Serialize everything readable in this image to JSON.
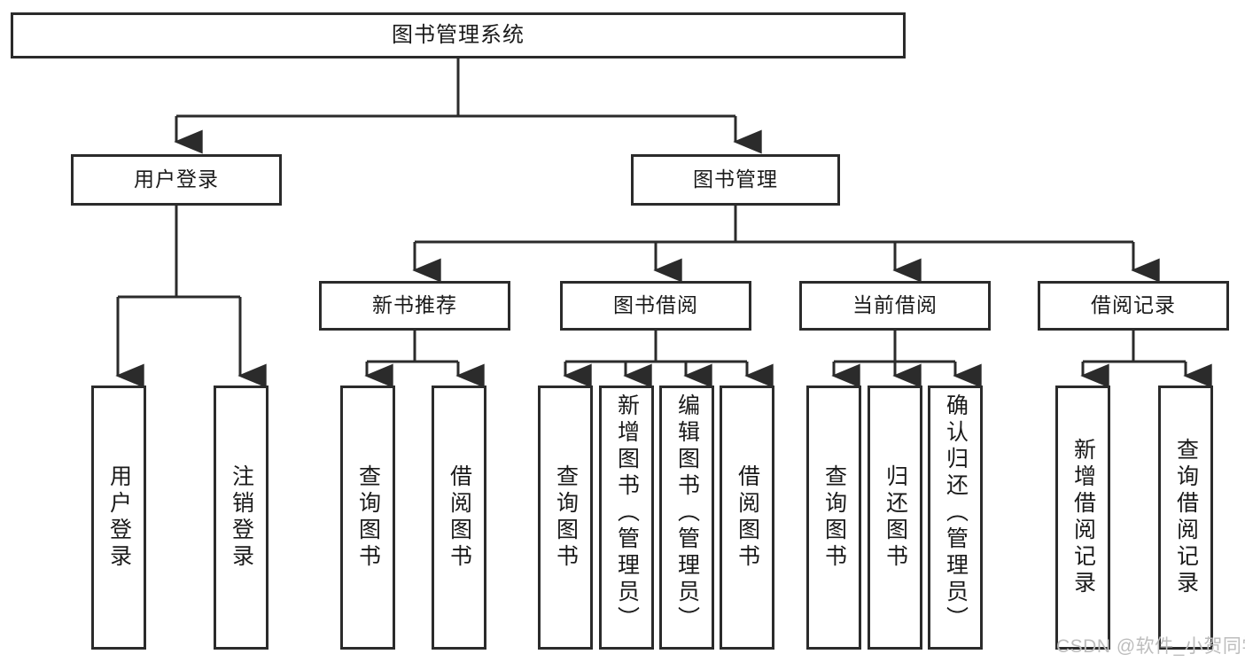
{
  "diagram": {
    "title": "图书管理系统",
    "type": "tree-hierarchy",
    "root": {
      "label": "图书管理系统"
    },
    "level2": [
      {
        "label": "用户登录"
      },
      {
        "label": "图书管理"
      }
    ],
    "level3": [
      {
        "label": "新书推荐"
      },
      {
        "label": "图书借阅"
      },
      {
        "label": "当前借阅"
      },
      {
        "label": "借阅记录"
      }
    ],
    "leaves": {
      "user_login": [
        {
          "label": "用户登录"
        },
        {
          "label": "注销登录"
        }
      ],
      "new_book_recommend": [
        {
          "label": "查询图书"
        },
        {
          "label": "借阅图书"
        }
      ],
      "book_borrow": [
        {
          "label": "查询图书"
        },
        {
          "label": "新增图书（管理员）"
        },
        {
          "label": "编辑图书（管理员）"
        },
        {
          "label": "借阅图书"
        }
      ],
      "current_borrow": [
        {
          "label": "查询图书"
        },
        {
          "label": "归还图书"
        },
        {
          "label": "确认归还（管理员）"
        }
      ],
      "borrow_record": [
        {
          "label": "新增借阅记录"
        },
        {
          "label": "查询借阅记录"
        }
      ]
    }
  },
  "watermark": {
    "text": "CSDN @软件_小贺同学"
  },
  "colors": {
    "line": "#2b2b2b",
    "box_border": "#2b2b2b",
    "box_fill": "#ffffff",
    "text": "#1a1a1a",
    "watermark": "#bdbdbd"
  }
}
